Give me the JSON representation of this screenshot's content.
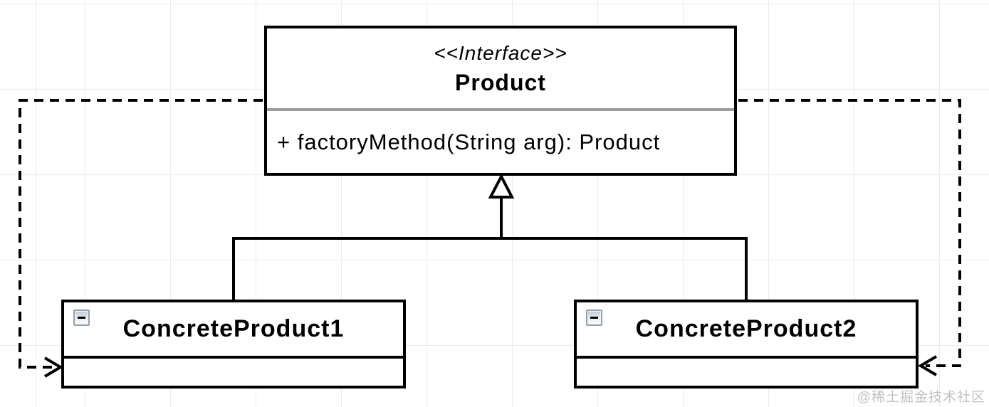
{
  "diagram": {
    "type": "uml-class-diagram",
    "pattern": "Factory Method",
    "interface": {
      "stereotype": "<<Interface>>",
      "name": "Product",
      "methods": [
        "+ factoryMethod(String arg): Product"
      ]
    },
    "classes": [
      {
        "name": "ConcreteProduct1",
        "collapsed": false
      },
      {
        "name": "ConcreteProduct2",
        "collapsed": false
      }
    ],
    "relations": [
      {
        "type": "generalization",
        "from": "ConcreteProduct1",
        "to": "Product",
        "style": "solid-line-hollow-triangle"
      },
      {
        "type": "generalization",
        "from": "ConcreteProduct2",
        "to": "Product",
        "style": "solid-line-hollow-triangle"
      },
      {
        "type": "dependency",
        "from": "Product",
        "to": "ConcreteProduct1",
        "style": "dashed-line-open-arrow"
      },
      {
        "type": "dependency",
        "from": "Product",
        "to": "ConcreteProduct2",
        "style": "dashed-line-open-arrow"
      }
    ],
    "icons": {
      "collapse": "minus-icon"
    },
    "colors": {
      "line": "#000000",
      "interface_divider": "#9e9e9e",
      "grid": "#ececec",
      "background": "#ffffff",
      "watermark": "#c2c2c2"
    },
    "watermark": "@稀土掘金技术社区"
  }
}
